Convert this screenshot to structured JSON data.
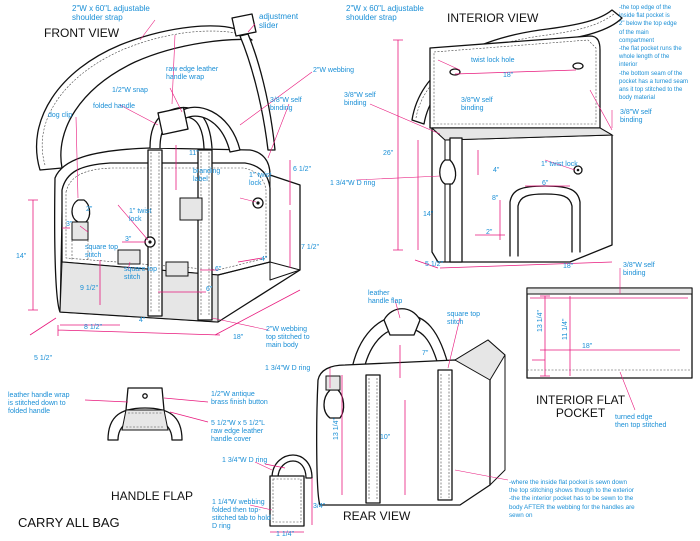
{
  "titles": {
    "front_view": "FRONT VIEW",
    "interior_view": "INTERIOR VIEW",
    "rear_view": "REAR VIEW",
    "handle_flap": "HANDLE FLAP",
    "interior_flat_pocket": "INTERIOR FLAT\nPOCKET",
    "carry_all_bag": "CARRY ALL BAG"
  },
  "front": {
    "strap": "2\"W x 60\"L adjustable\nshoulder strap",
    "slider": "adjustment\nslider",
    "webbing": "2\"W webbing",
    "snap": "1/2\"W snap",
    "raw_edge": "raw edge leather\nhandle wrap",
    "folded_handle": "folded handle",
    "binding": "3/8\"W self\nbinding",
    "dog_clip": "dog clip",
    "branding": "branding\nlabel",
    "twist_lock_a": "1\" twist\nlock",
    "twist_lock_b": "1\" twist\nlock",
    "square_a": "square top\nstitch",
    "square_b": "square top\nstitch",
    "webbing_top": "2\"W webbing\ntop stitched to\nmain body",
    "d_11": "11\"",
    "d_6_5": "6 1/2\"",
    "d_7_5": "7 1/2\"",
    "d_14": "14\"",
    "d_9_5": "9 1/2\"",
    "d_8_5": "8 1/2\"",
    "d_5_5": "5 1/2\"",
    "d_18": "18\"",
    "d_3a": "3\"",
    "d_3b": "3\"",
    "d_6a": "6\"",
    "d_6b": "6\"",
    "d_4a": "4\"",
    "d_4b": "4\"",
    "d_2": "2\""
  },
  "interior": {
    "strap": "2\"W x 60\"L adjustable\nshoulder strap",
    "twist_hole": "twist lock hole",
    "binding_a": "3/8\"W self\nbinding",
    "binding_b": "3/8\"W self\nbinding",
    "binding_c": "3/8\"W self\nbinding",
    "d_ring": "1 3/4\"W D ring",
    "twist_lock": "1\" twist lock",
    "notes": "-the top edge of the\ninside flat pocket is\n2\" below the top edge\nof the main\ncompartment\n-the flat pocket runs the\nwhole length of the\ninterior\n-the bottom seam of the\npocket has a turned seam\nans it top stitched to the\nbody material",
    "d_18a": "18\"",
    "d_18b": "18\"",
    "d_26": "26\"",
    "d_14": "14\"",
    "d_4": "4\"",
    "d_6": "6\"",
    "d_8": "8\"",
    "d_2": "2\"",
    "d_5_5": "5 1/2\""
  },
  "pocket": {
    "binding": "3/8\"W self\nbinding",
    "turned": "turned edge\nthen top stitched",
    "d_18": "18\"",
    "d_13": "13 1/4\"",
    "d_11": "11 1/4\""
  },
  "rear": {
    "leather": "leather\nhandle flap",
    "square": "square top\nstitch",
    "d_ring": "1 3/4\"W D ring",
    "d_7": "7\"",
    "d_10": "10\"",
    "d_13": "13 1/4\"",
    "notes": "-where the inside flat pocket is sewn down\nthe top stitching shows though to the exterior\n-the the interior pocket has to be sewn to the\nbody AFTER the webbing for the handles are\nsewn on"
  },
  "flap": {
    "wrap": "leather handle wrap\nis stitched down to\nfolded handle",
    "button": "1/2\"W antique\nbrass finish button",
    "raw": "5 1/2\"W x 5 1/2\"L\nraw edge leather\nhandle cover"
  },
  "dring": {
    "label": "1 3/4\"W D ring",
    "webbing": "1 1/4\"W webbing\nfolded then top-\nstitched tab to hold\nD ring",
    "d_3_4": "3/4\"",
    "d_1_4": "1 1/4\""
  }
}
